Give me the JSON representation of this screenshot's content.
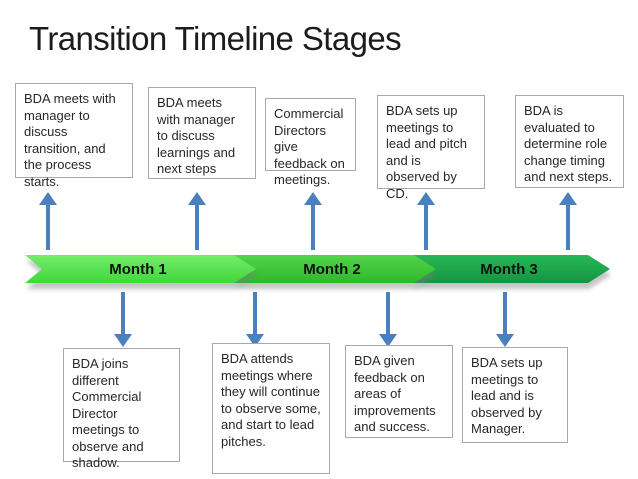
{
  "title": "Transition Timeline Stages",
  "colors": {
    "arrow_blue": "#4b80bf",
    "box_border": "#a8a8a8",
    "box_text": "#272727",
    "title_text": "#1c1c1c"
  },
  "timeline": {
    "segments": [
      {
        "label": "Month 1",
        "color_light": "#73ed69",
        "color_dark": "#41d63c"
      },
      {
        "label": "Month 2",
        "color_light": "#53d44b",
        "color_dark": "#2eb72c"
      },
      {
        "label": "Month 3",
        "color_light": "#27b857",
        "color_dark": "#149441"
      }
    ]
  },
  "top_boxes": [
    {
      "text": "BDA meets with manager to discuss transition, and the process starts."
    },
    {
      "text": "BDA meets with manager to discuss learnings and next steps"
    },
    {
      "text": "Commercial Directors give feedback on meetings."
    },
    {
      "text": "BDA sets up meetings to lead and pitch and is observed by CD."
    },
    {
      "text": "BDA is evaluated to determine role change timing and next steps."
    }
  ],
  "bottom_boxes": [
    {
      "text": "BDA joins different Commercial Director meetings to observe and shadow."
    },
    {
      "text": "BDA attends meetings where they will continue to observe some, and start to lead pitches."
    },
    {
      "text": "BDA given feedback on areas of improvements and success."
    },
    {
      "text": "BDA sets up meetings to lead and is observed by Manager."
    }
  ]
}
